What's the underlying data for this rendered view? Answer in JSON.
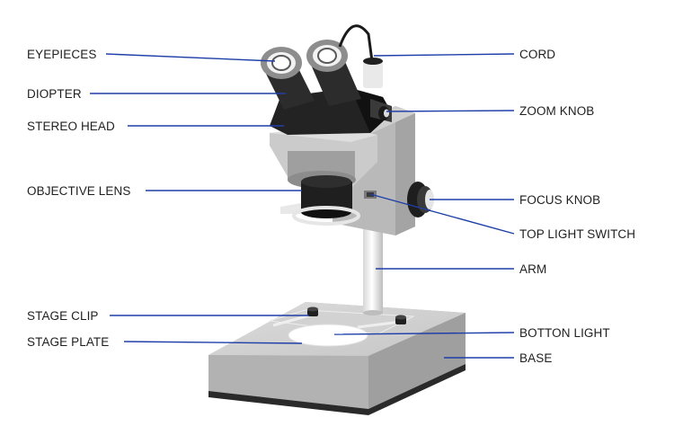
{
  "diagram": {
    "leader_color": "#1f3fa8",
    "labels_left": {
      "eyepieces": "EYEPIECES",
      "diopter": "DIOPTER",
      "stereo_head": "STEREO HEAD",
      "objective_lens": "OBJECTIVE LENS",
      "stage_clip": "STAGE CLIP",
      "stage_plate": "STAGE PLATE"
    },
    "labels_right": {
      "cord": "CORD",
      "zoom_knob": "ZOOM KNOB",
      "focus_knob": "FOCUS KNOB",
      "top_light_switch": "TOP LIGHT SWITCH",
      "arm": "ARM",
      "botton_light": "BOTTON LIGHT",
      "base": "BASE"
    }
  }
}
